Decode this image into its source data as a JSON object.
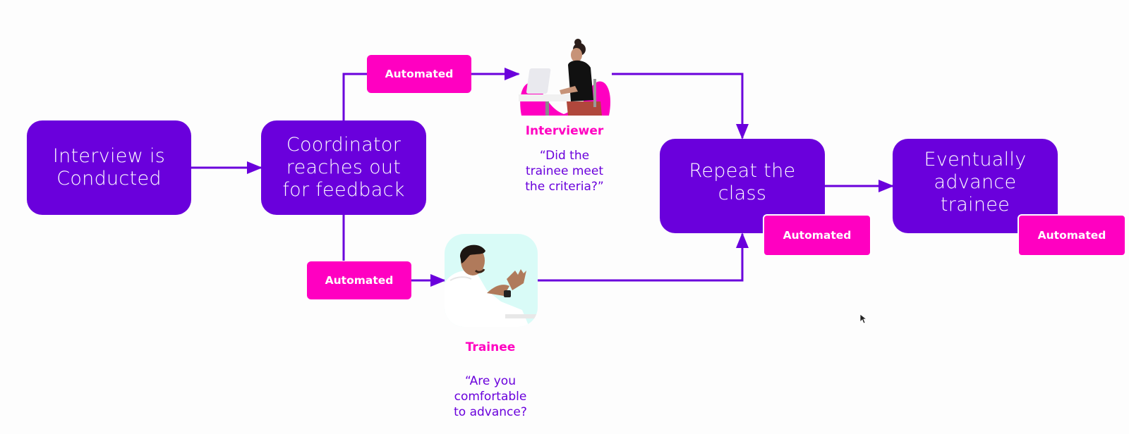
{
  "diagram": {
    "nodes": {
      "interview": {
        "label": "Interview is\nConducted"
      },
      "coordinator": {
        "label": "Coordinator\nreaches out\nfor feedback"
      },
      "repeat": {
        "label": "Repeat the\nclass"
      },
      "advance": {
        "label": "Eventually\nadvance\ntrainee"
      }
    },
    "tags": {
      "top": "Automated",
      "bottom": "Automated",
      "repeat": "Automated",
      "advance": "Automated"
    },
    "roles": {
      "interviewer": {
        "name": "Interviewer",
        "quote": "“Did the\ntrainee meet\nthe criteria?”"
      },
      "trainee": {
        "name": "Trainee",
        "quote": "“Are you\ncomfortable\nto advance?"
      }
    },
    "colors": {
      "primary": "#6a00dc",
      "accent": "#ff00c1",
      "trainee_bg": "#d9fbf7"
    }
  }
}
